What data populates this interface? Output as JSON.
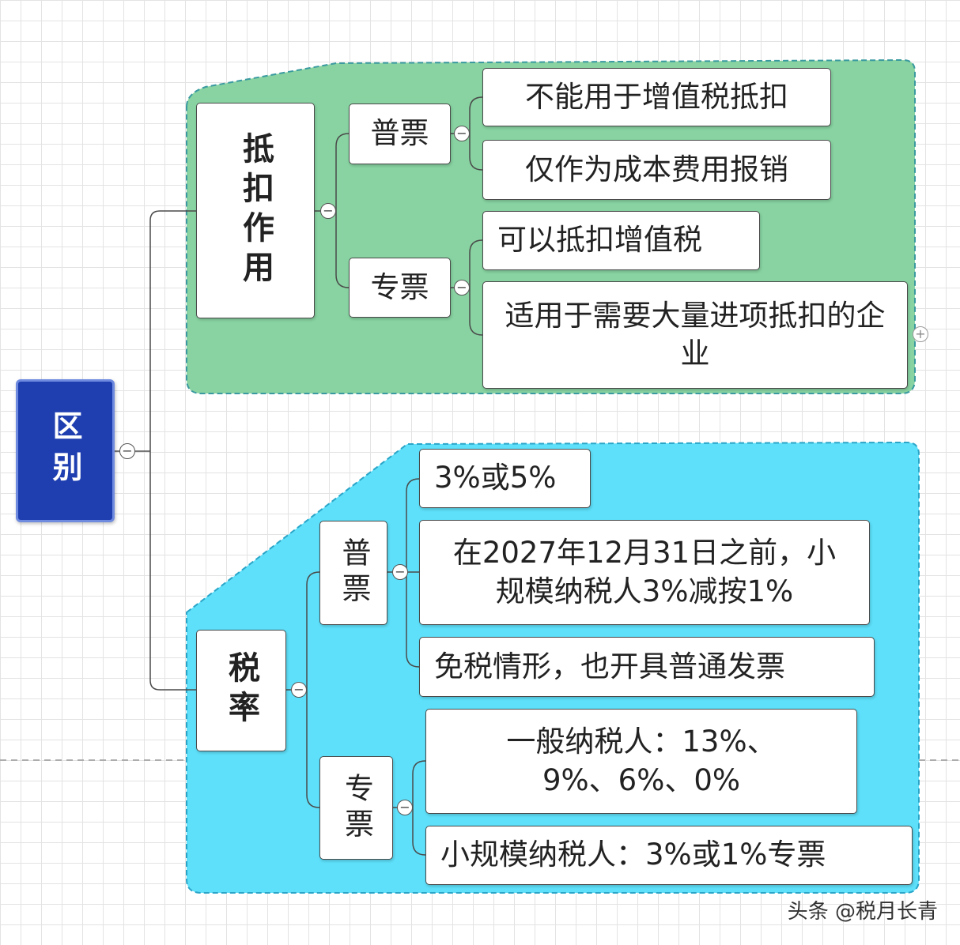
{
  "root": {
    "label": "区别"
  },
  "branches": [
    {
      "label": "抵扣作用",
      "children": [
        {
          "label": "普票",
          "items": [
            "不能用于增值税抵扣",
            "仅作为成本费用报销"
          ]
        },
        {
          "label": "专票",
          "items": [
            "可以抵扣增值税",
            "适用于需要大量进项抵扣的企业"
          ]
        }
      ]
    },
    {
      "label": "税率",
      "children": [
        {
          "label": "普票",
          "items": [
            "3%或5%",
            "在2027年12月31日之前，小规模纳税人3%减按1%",
            "免税情形，也开具普通发票"
          ]
        },
        {
          "label": "专票",
          "items": [
            "一般纳税人：13%、9%、6%、0%",
            "小规模纳税人：3%或1%专票"
          ]
        }
      ]
    }
  ],
  "toggle_symbols": {
    "collapse": "−",
    "expand": "+"
  },
  "watermark": "头条 @税月长青",
  "colors": {
    "root_fill": "#1f3fb1",
    "branch1_fill": "#88d3a1",
    "branch2_fill": "#5ee0fa",
    "connector": "#4a4a4a",
    "grid": "#e3e3e3"
  }
}
